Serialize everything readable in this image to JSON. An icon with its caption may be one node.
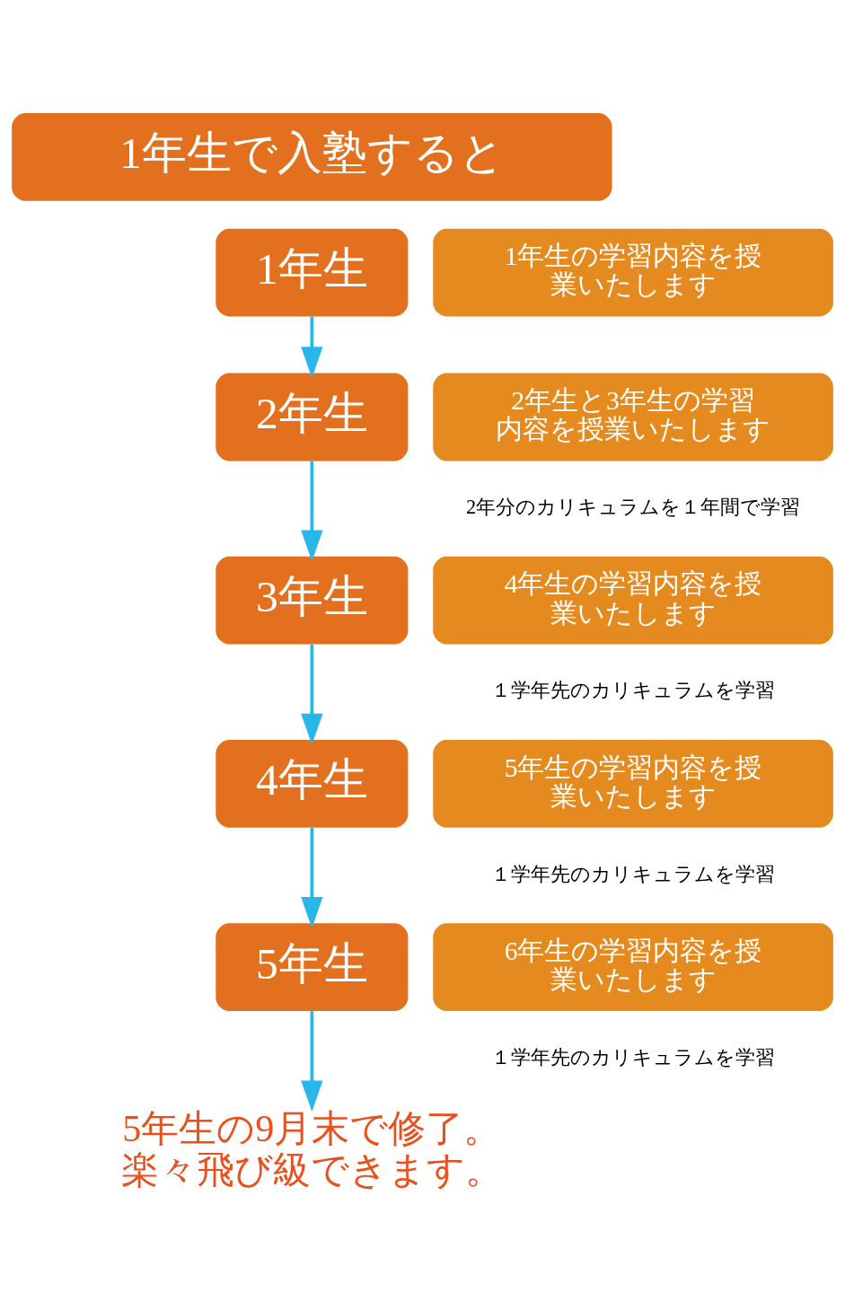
{
  "diagram": {
    "nodes": [
      {
        "text": [
          "1年生で入塾すると"
        ]
      },
      {
        "text": [
          "1年生"
        ]
      },
      {
        "text": [
          "1年生の学習内容を授業いたします"
        ]
      },
      {
        "text": [
          "2年生"
        ]
      },
      {
        "text": [
          "2年生と3年生の学習内容を授業いたします"
        ],
        "beside": [
          "2年分のカリキュラムを１年間で学習"
        ]
      },
      {
        "text": [
          "3年生"
        ]
      },
      {
        "text": [
          "4年生の学習内容を授業いたします"
        ],
        "beside": [
          "１学年先のカリキュラムを学習"
        ]
      },
      {
        "text": [
          "4年生"
        ]
      },
      {
        "text": [
          "5年生の学習内容を授業いたします"
        ],
        "beside": [
          "１学年先のカリキュラムを学習"
        ]
      },
      {
        "text": [
          "5年生"
        ]
      },
      {
        "text": [
          "6年生の学習内容を授業いたします"
        ],
        "beside": [
          "１学年先のカリキュラムを学習"
        ]
      },
      {
        "text": [
          "5年生の9月末で修了。楽々飛び級できます。"
        ]
      }
    ],
    "edges": [
      {
        "from": 1,
        "to": 3,
        "arrow": "to"
      },
      {
        "from": 3,
        "to": 5,
        "arrow": "to"
      },
      {
        "from": 5,
        "to": 7,
        "arrow": "to"
      },
      {
        "from": 7,
        "to": 9,
        "arrow": "to"
      },
      {
        "from": 9,
        "to": 11,
        "arrow": "to"
      }
    ]
  }
}
